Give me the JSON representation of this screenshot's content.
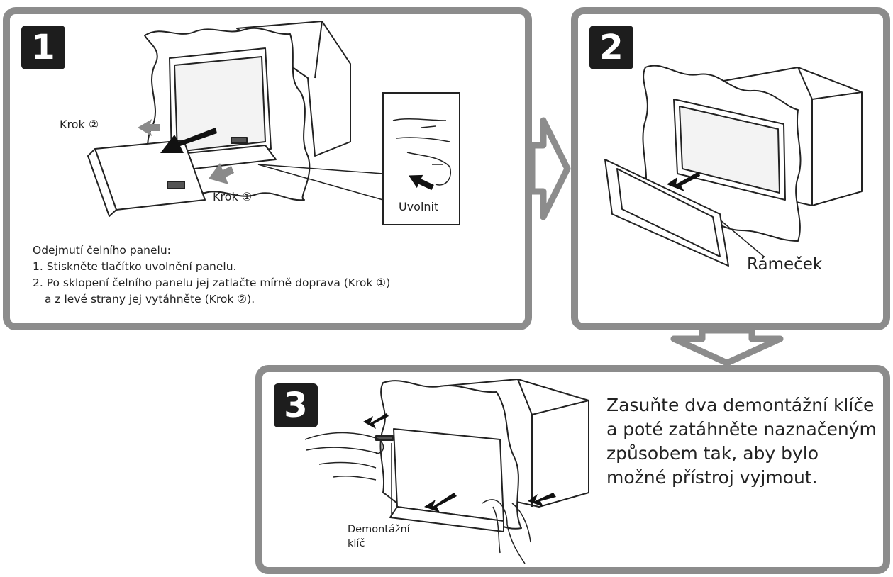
{
  "panels": [
    {
      "number": "1",
      "labels": {
        "step2": "Krok ②",
        "step1": "Krok ①",
        "release": "Uvolnit"
      },
      "instructions": {
        "heading": "Odejmutí čelního panelu:",
        "lines": [
          "1. Stiskněte tlačítko uvolnění panelu.",
          "2. Po sklopení čelního panelu jej zatlačte mírně doprava (Krok    ①)",
          "a z levé strany jej vytáhněte (Krok ②)."
        ]
      }
    },
    {
      "number": "2",
      "labels": {
        "frame": "Rámeček"
      }
    },
    {
      "number": "3",
      "description": [
        "Zasuňte dva demontážní klíče",
        "a poté zatáhněte naznačeným",
        "způsobem tak, aby bylo",
        "možné přístroj vyjmout."
      ],
      "labels": {
        "key_line1": "Demontážní",
        "key_line2": "klíč"
      }
    }
  ],
  "colors": {
    "panel_border": "#8c8c8c",
    "badge": "#1d1d1d",
    "arrow_gray": "#8a8a8a",
    "line": "#222222"
  }
}
